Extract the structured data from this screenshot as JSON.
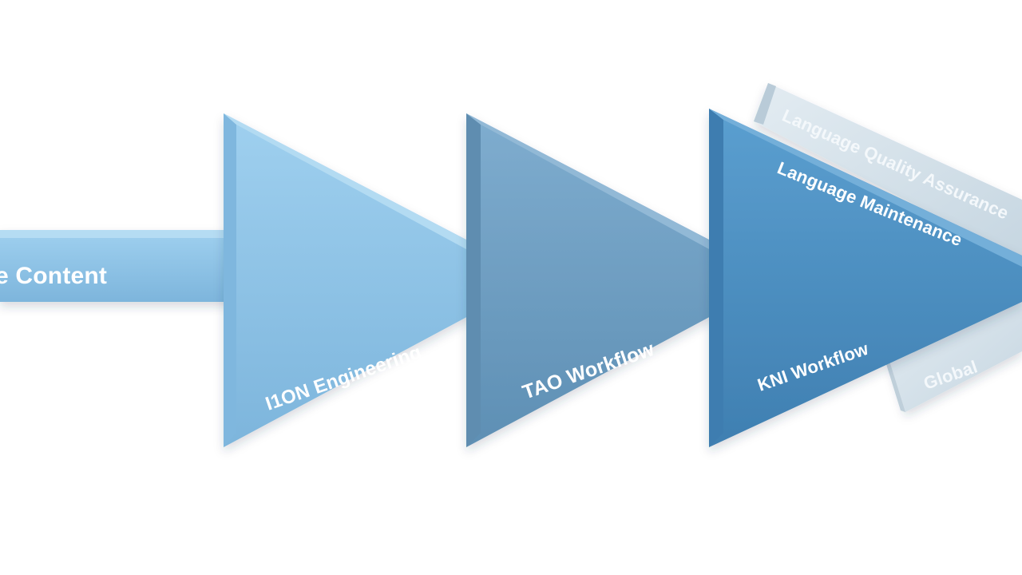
{
  "diagram": {
    "type": "process-arrow-flow",
    "colors": {
      "stage_1": "#8ec3e6",
      "stage_2": "#6f9ec0",
      "stage_3": "#4f90c2",
      "stage_4_background": "#d3e0e8",
      "stage_4_lower": "#dbe7ee"
    },
    "stages": [
      {
        "label": "e Content"
      },
      {
        "label": "I1ON Engineering"
      },
      {
        "label": "TAO Workflow"
      },
      {
        "label": "Language Maintenance"
      },
      {
        "label": "KNI Workflow"
      },
      {
        "label": "Language Quality Assurance"
      },
      {
        "label": "Global"
      }
    ]
  }
}
